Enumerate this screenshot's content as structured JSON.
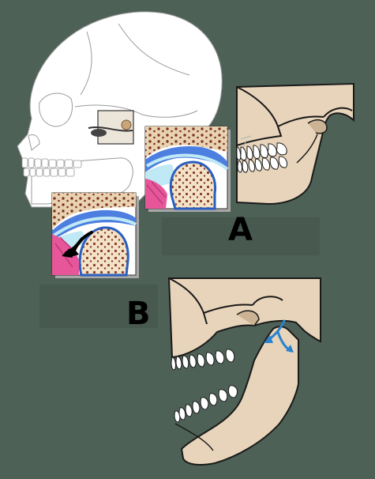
{
  "colors": {
    "background": "#4e6157",
    "bone": "#e8d4ba",
    "bone_shadow": "#cbb394",
    "skull_outline": "#ffffff",
    "cartilage": "#4c7fe0",
    "synovial": "#bfe9f5",
    "muscle": "#e8569a",
    "marrow": "#8b3a2f",
    "arrow_black": "#000000",
    "arrow_blue": "#2a82cc"
  },
  "panels": {
    "a": {
      "label": "A"
    },
    "b": {
      "label": "B"
    }
  },
  "icons": {
    "skull": "skull-lateral-view",
    "joint_detail": "tmj-cross-section",
    "movement": "curved-arrow"
  }
}
